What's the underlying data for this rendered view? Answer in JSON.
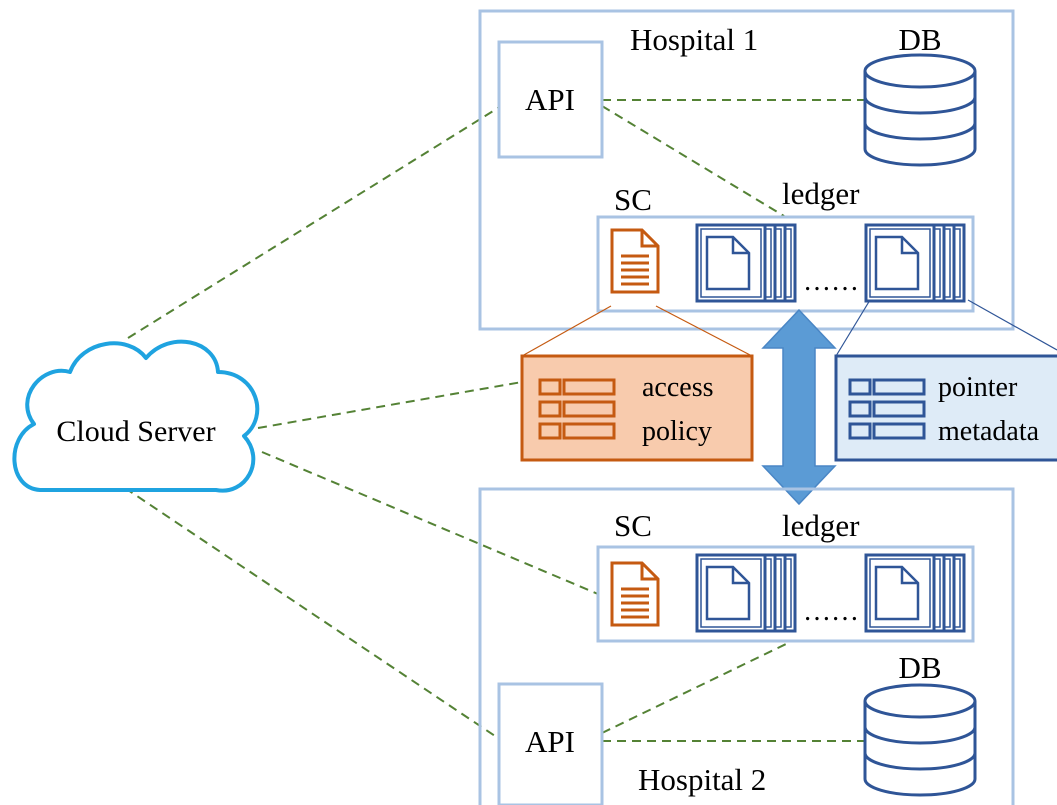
{
  "hospital1": {
    "title": "Hospital 1",
    "api_label": "API",
    "db_label": "DB",
    "sc_label": "SC",
    "ledger_label": "ledger",
    "ellipsis": "……"
  },
  "hospital2": {
    "title": "Hospital 2",
    "api_label": "API",
    "db_label": "DB",
    "sc_label": "SC",
    "ledger_label": "ledger",
    "ellipsis": "……"
  },
  "cloud": {
    "label": "Cloud Server"
  },
  "access_policy": {
    "line1": "access",
    "line2": "policy"
  },
  "pointer_metadata": {
    "line1": "pointer",
    "line2": "metadata"
  },
  "colors": {
    "box_border": "#a9c3e3",
    "icon_blue": "#2f5597",
    "arrow_blue": "#5b9bd5",
    "sc_orange": "#c55a11",
    "policy_fill": "#f8cbad",
    "metadata_fill": "#deebf7",
    "dashed_green": "#548235",
    "cloud_blue": "#1fa3e0"
  },
  "icons": [
    "document-icon",
    "ledger-stack-icon",
    "database-icon",
    "table-icon",
    "cloud-icon",
    "double-arrow"
  ]
}
